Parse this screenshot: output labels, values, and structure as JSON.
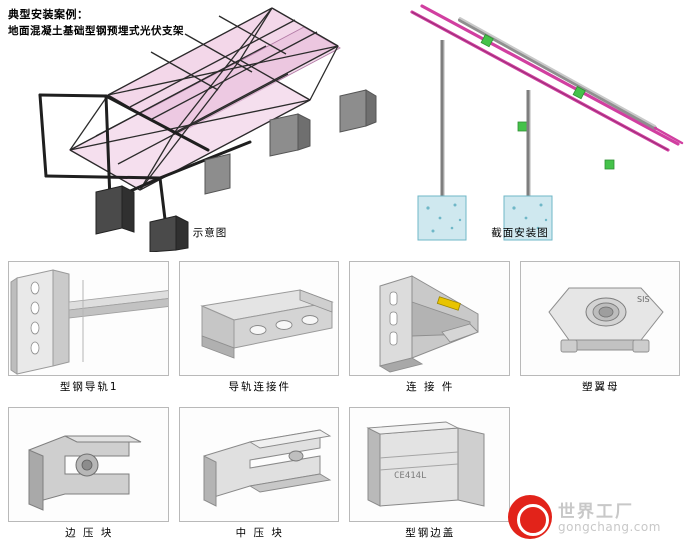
{
  "header": {
    "title_line1": "典型安装案例：",
    "title_line2": "地面混凝土基础型钢预埋式光伏支架"
  },
  "top_illustrations": [
    {
      "caption": "示意图"
    },
    {
      "caption": "截面安装图"
    }
  ],
  "products": [
    {
      "label": "型钢导轨1"
    },
    {
      "label": "导轨连接件"
    },
    {
      "label": "连 接 件"
    },
    {
      "label": "塑翼母"
    },
    {
      "label": "边 压 块"
    },
    {
      "label": "中 压 块"
    },
    {
      "label": "型钢边盖"
    },
    {
      "label": ""
    }
  ],
  "part_marks": {
    "nut_text": "SIS",
    "end_cap_text": "CE414L"
  },
  "watermark": {
    "name_cn": "世界工厂",
    "name_en": "gongchang.com"
  },
  "colors": {
    "panel_pink": "#e6b7d8",
    "panel_pink_fill": "#efc9e2",
    "frame_dark": "#2b2b2b",
    "metal_light": "#dcdcdc",
    "metal_mid": "#b6b6b6",
    "metal_dark": "#8f8f8f",
    "concrete": "#cfe8ef",
    "rail_magenta": "#d13fa0",
    "green_clip": "#45c24a",
    "watermark_red": "#e2231a"
  }
}
